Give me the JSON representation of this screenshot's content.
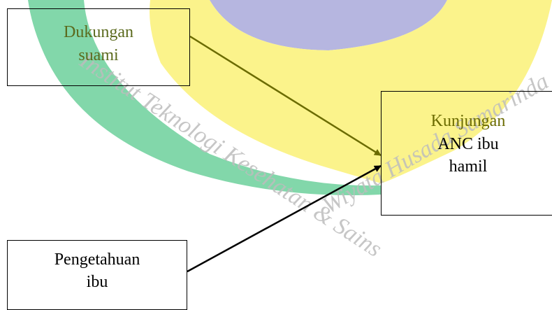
{
  "watermark": {
    "text_line1": "Institut Teknologi Kesehatan & Sains",
    "text_line2": "Wiyata Husada Samarinda",
    "colors": {
      "purple": "#a6a6d8",
      "yellow": "#faf07a",
      "green": "#6fcf9c",
      "text": "#b8b8b8"
    }
  },
  "diagram": {
    "nodes": {
      "dukungan_suami": {
        "line1": "Dukungan",
        "line2": "suami"
      },
      "pengetahuan_ibu": {
        "line1": "Pengetahuan",
        "line2": "ibu"
      },
      "kunjungan_anc": {
        "line1": "Kunjungan",
        "line2": "ANC ibu",
        "line3": "hamil"
      }
    },
    "edges": [
      {
        "from": "dukungan_suami",
        "to": "kunjungan_anc",
        "color": "#6b6b00"
      },
      {
        "from": "pengetahuan_ibu",
        "to": "kunjungan_anc",
        "color": "#000000"
      }
    ]
  }
}
